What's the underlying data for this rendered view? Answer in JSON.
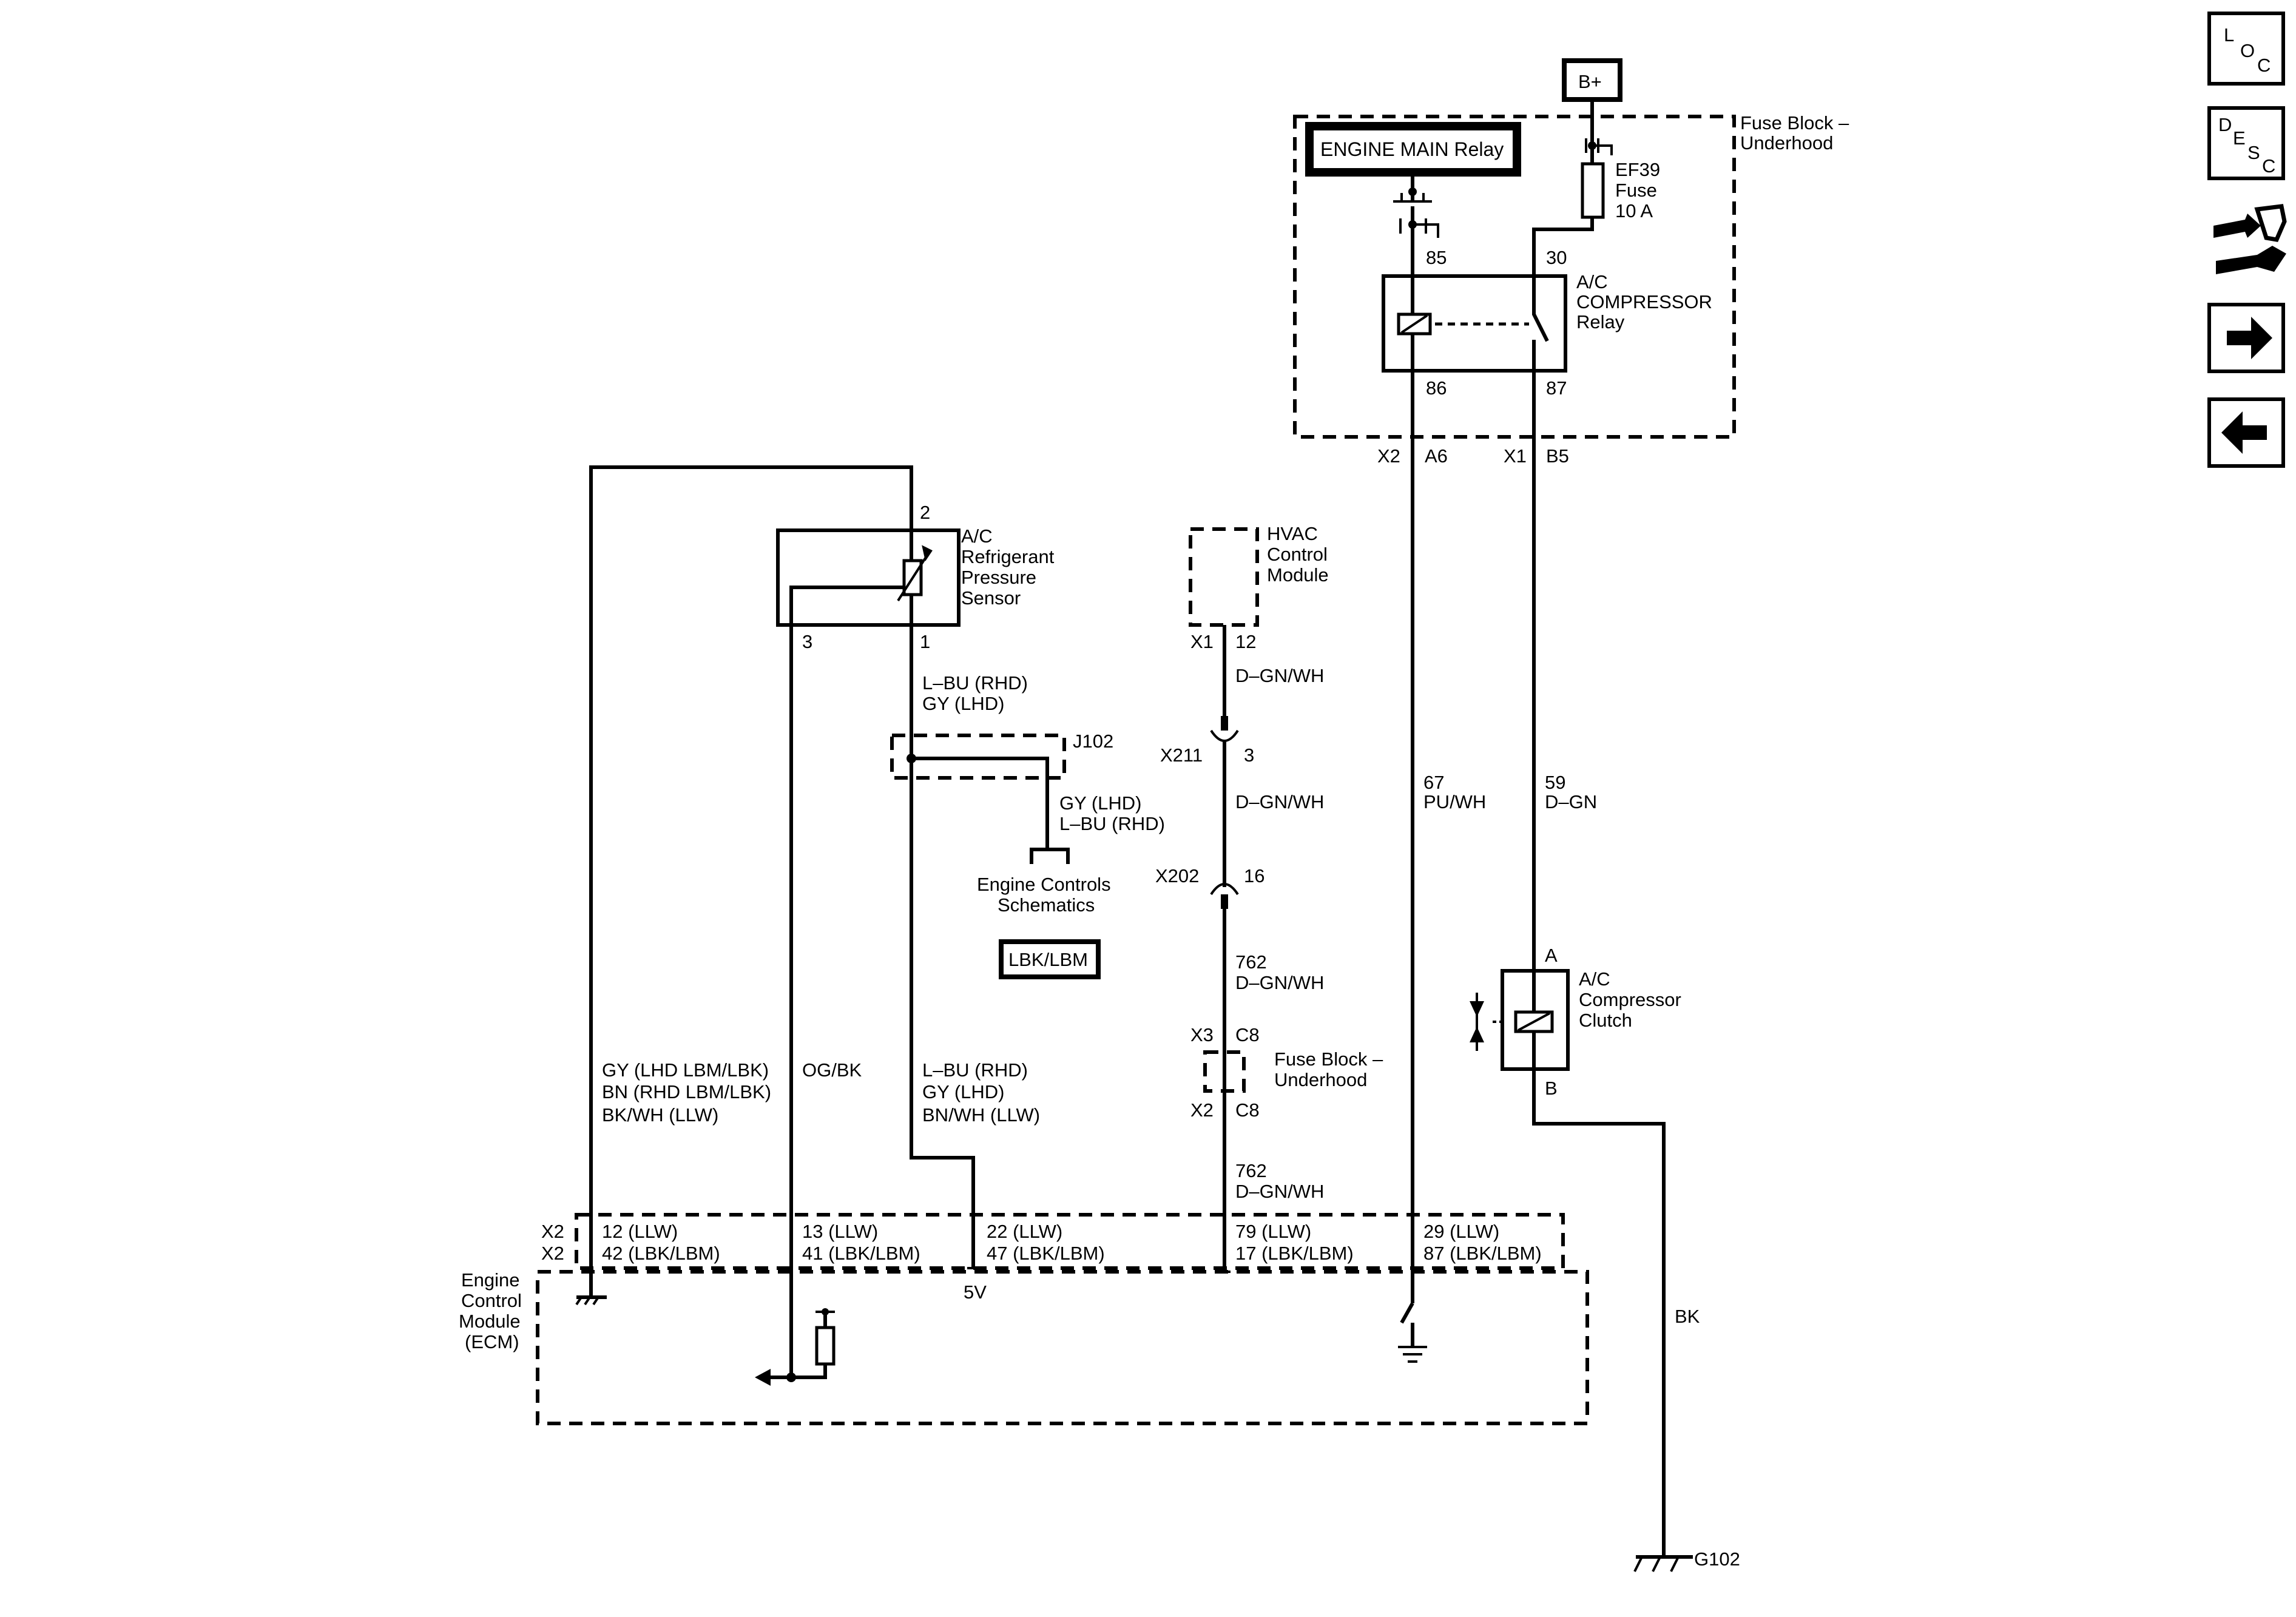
{
  "nav": {
    "loc": {
      "l": "L",
      "o": "O",
      "c": "C"
    },
    "desc": {
      "d": "D",
      "e": "E",
      "s": "S",
      "c": "C"
    }
  },
  "power": {
    "bplus": "B+"
  },
  "fuse_block": {
    "label1": "Fuse Block –",
    "label2": "Underhood",
    "engine_main_relay": "ENGINE MAIN Relay",
    "fuse": {
      "name": "EF39",
      "type": "Fuse",
      "rating": "10 A"
    },
    "relay": {
      "line1": "A/C",
      "line2": "COMPRESSOR",
      "line3": "Relay",
      "pin85": "85",
      "pin30": "30",
      "pin86": "86",
      "pin87": "87"
    },
    "conn_left": {
      "conn": "X2",
      "pin": "A6"
    },
    "conn_right": {
      "conn": "X1",
      "pin": "B5"
    }
  },
  "sensor": {
    "line1": "A/C",
    "line2": "Refrigerant",
    "line3": "Pressure",
    "line4": "Sensor",
    "pin2": "2",
    "pin3": "3",
    "pin1": "1",
    "wire1a": "L–BU (RHD)",
    "wire1b": "GY (LHD)"
  },
  "splice": {
    "name": "J102",
    "wire_a": "GY (LHD)",
    "wire_b": "L–BU (RHD)",
    "ref1": "Engine Controls",
    "ref2": "Schematics",
    "option_box": "LBK/LBM"
  },
  "hvac": {
    "line1": "HVAC",
    "line2": "Control",
    "line3": "Module",
    "conn": "X1",
    "pin": "12",
    "wire1": "D–GN/WH",
    "x211": "X211",
    "x211_pin": "3",
    "wire2": "D–GN/WH",
    "x202": "X202",
    "x202_pin": "16",
    "circuit1": "762",
    "wire3": "D–GN/WH",
    "x3": "X3",
    "c8_top": "C8",
    "fb_label1": "Fuse Block –",
    "fb_label2": "Underhood",
    "x2": "X2",
    "c8_bottom": "C8",
    "circuit2": "762",
    "wire4": "D–GN/WH"
  },
  "relay_wires": {
    "left_circuit": "67",
    "left_color": "PU/WH",
    "right_circuit": "59",
    "right_color": "D–GN"
  },
  "clutch": {
    "pin_a": "A",
    "line1": "A/C",
    "line2": "Compressor",
    "line3": "Clutch",
    "pin_b": "B",
    "wire": "BK",
    "ground": "G102"
  },
  "ecm_wires": {
    "w1a": "GY (LHD LBM/LBK)",
    "w1b": "BN (RHD LBM/LBK)",
    "w1c": "BK/WH (LLW)",
    "w2": "OG/BK",
    "w3a": "L–BU (RHD)",
    "w3b": "GY (LHD)",
    "w3c": "BN/WH (LLW)"
  },
  "ecm": {
    "x2a": "X2",
    "x2b": "X2",
    "label1": "Engine",
    "label2": "Control",
    "label3": "Module",
    "label4": "(ECM)",
    "p1a": "12 (LLW)",
    "p1b": "42 (LBK/LBM)",
    "p2a": "13 (LLW)",
    "p2b": "41 (LBK/LBM)",
    "p3a": "22 (LLW)",
    "p3b": "47 (LBK/LBM)",
    "p4a": "79 (LLW)",
    "p4b": "17 (LBK/LBM)",
    "p5a": "29 (LLW)",
    "p5b": "87 (LBK/LBM)",
    "ref5v": "5V"
  }
}
